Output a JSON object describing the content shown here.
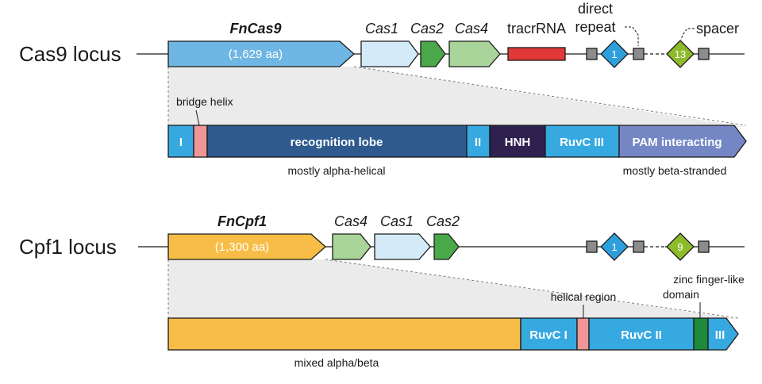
{
  "cas9": {
    "locus_label": "Cas9 locus",
    "main_gene": "FnCas9",
    "aa_length": "(1,629 aa)",
    "genes": [
      "Cas1",
      "Cas2",
      "Cas4"
    ],
    "tracr_label": "tracrRNA",
    "direct_repeat_label_line1": "direct",
    "direct_repeat_label_line2": "repeat",
    "spacer_label": "spacer",
    "spacer_first": "1",
    "spacer_last": "13",
    "bridge_helix_label": "bridge helix",
    "domains": {
      "d1": "I",
      "recognition": "recognition lobe",
      "d2": "II",
      "hnh": "HNH",
      "ruvc3": "RuvC III",
      "pam": "PAM interacting"
    },
    "note_left": "mostly alpha-helical",
    "note_right": "mostly beta-stranded"
  },
  "cpf1": {
    "locus_label": "Cpf1 locus",
    "main_gene": "FnCpf1",
    "aa_length": "(1,300 aa)",
    "genes": [
      "Cas4",
      "Cas1",
      "Cas2"
    ],
    "spacer_first": "1",
    "spacer_last": "9",
    "helical_label": "helical region",
    "zinc_label_line1": "zinc finger-like",
    "zinc_label_line2": "domain",
    "domains": {
      "ruvc1": "RuvC I",
      "ruvc2": "RuvC II",
      "d3": "III"
    },
    "note_bottom": "mixed alpha/beta"
  },
  "colors": {
    "cas9_gene": "#6eb6e4",
    "cas1": "#d4eaf8",
    "cas2": "#4aa84a",
    "cas4": "#a9d49a",
    "tracr": "#e23838",
    "repeat_box": "#8c8c8c",
    "spacer_blue": "#2f9fdc",
    "spacer_green": "#8dbb2a",
    "bridge_helix": "#f09696",
    "recognition": "#2e5a8e",
    "hnh": "#2e2150",
    "ruvc": "#36a9e1",
    "pam": "#7586c4",
    "cpf1_gene": "#f8bd46",
    "zinc": "#1f8a3c",
    "shade": "#ebebeb"
  }
}
